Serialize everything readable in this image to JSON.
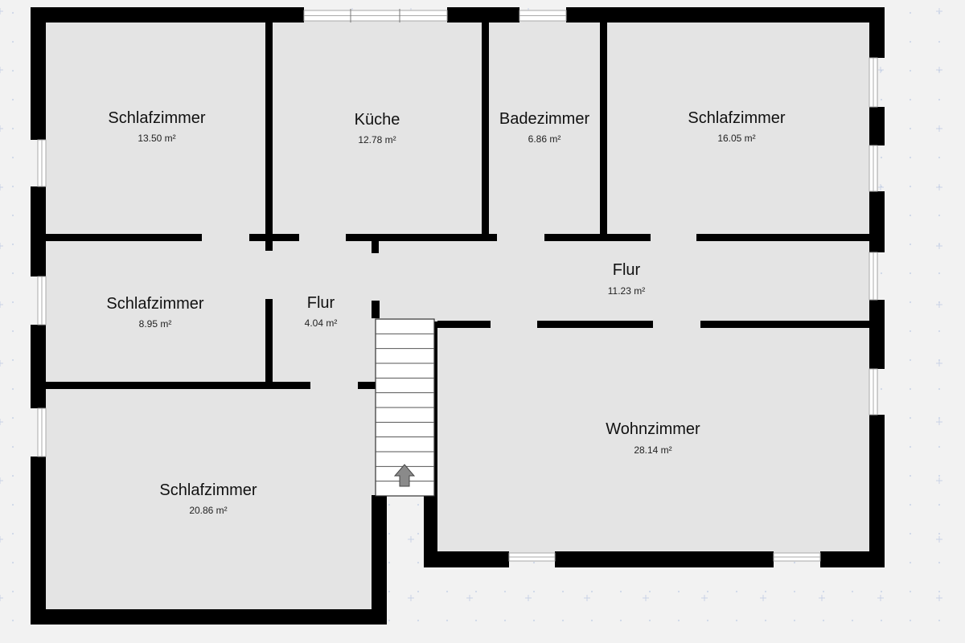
{
  "plan": {
    "colors": {
      "background": "#f2f2f2",
      "room_fill": "#e4e4e4",
      "wall": "#000000",
      "window": "#ffffff",
      "stairs": "#ffffff",
      "arrow": "#8a8a8a"
    },
    "rooms": [
      {
        "id": "schlafzimmer-nw",
        "name": "Schlafzimmer",
        "area": "13.50 m²"
      },
      {
        "id": "kueche",
        "name": "Küche",
        "area": "12.78 m²"
      },
      {
        "id": "badezimmer",
        "name": "Badezimmer",
        "area": "6.86 m²"
      },
      {
        "id": "schlafzimmer-ne",
        "name": "Schlafzimmer",
        "area": "16.05 m²"
      },
      {
        "id": "flur-east",
        "name": "Flur",
        "area": "11.23 m²"
      },
      {
        "id": "schlafzimmer-w",
        "name": "Schlafzimmer",
        "area": "8.95 m²"
      },
      {
        "id": "flur-west",
        "name": "Flur",
        "area": "4.04 m²"
      },
      {
        "id": "wohnzimmer",
        "name": "Wohnzimmer",
        "area": "28.14 m²"
      },
      {
        "id": "schlafzimmer-sw",
        "name": "Schlafzimmer",
        "area": "20.86 m²"
      }
    ]
  }
}
